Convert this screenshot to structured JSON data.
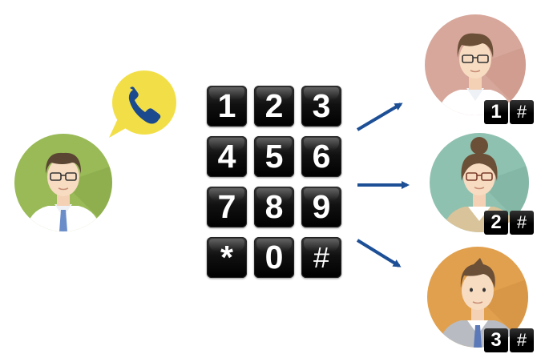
{
  "keypad": {
    "keys": [
      "1",
      "2",
      "3",
      "4",
      "5",
      "6",
      "7",
      "8",
      "9",
      "*",
      "0",
      "#"
    ]
  },
  "routes": [
    {
      "key": "1",
      "hash": "#"
    },
    {
      "key": "2",
      "hash": "#"
    },
    {
      "key": "3",
      "hash": "#"
    }
  ],
  "icons": {
    "caller": "caller-avatar-icon",
    "bubble": "phone-speech-bubble-icon",
    "arrow": "arrow-right-icon"
  },
  "colors": {
    "arrow": "#1d4f96",
    "bubble": "#f2df48",
    "phone": "#1c4a8e",
    "caller_bg": "#99ba57",
    "agent1_bg": "#d7a79b",
    "agent2_bg": "#8fc1b0",
    "agent3_bg": "#e1a04e"
  }
}
